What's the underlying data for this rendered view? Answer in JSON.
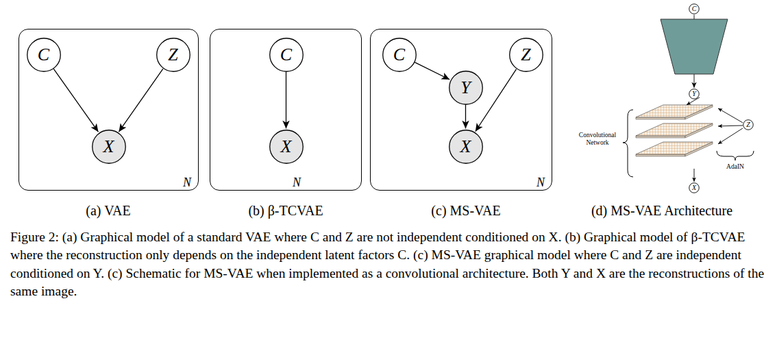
{
  "diagram": {
    "caption": "Figure 2: (a) Graphical model of a standard VAE where C and Z are not independent conditioned on X. (b) Graphical model of β-TCVAE where the reconstruction only depends on the independent latent factors C. (c) MS-VAE graphical model where C and Z are independent conditioned on Y. (c) Schematic for MS-VAE when implemented as a convolutional architecture. Both Y and X are the reconstructions of the same image.",
    "nodes": [
      {
        "text": [
          "N"
        ]
      },
      {
        "text": [
          "C"
        ],
        "in": 0
      },
      {
        "text": [
          "Z"
        ],
        "in": 0
      },
      {
        "text": [
          "X"
        ],
        "in": 0
      },
      {
        "text": [
          "N"
        ]
      },
      {
        "text": [
          "C"
        ],
        "in": 4
      },
      {
        "text": [
          "X"
        ],
        "in": 4
      },
      {
        "text": [
          "N"
        ]
      },
      {
        "text": [
          "C"
        ],
        "in": 7
      },
      {
        "text": [
          "Y"
        ],
        "in": 7
      },
      {
        "text": [
          "Z"
        ],
        "in": 7
      },
      {
        "text": [
          "X"
        ],
        "in": 7
      },
      {
        "text": [
          "C"
        ]
      },
      {
        "text": [
          "Y"
        ]
      },
      {
        "text": [
          "Z"
        ]
      },
      {
        "text": [
          "X"
        ]
      }
    ],
    "edges": [
      {
        "from": 1,
        "to": 3,
        "arrow": "to"
      },
      {
        "from": 2,
        "to": 3,
        "arrow": "to"
      },
      {
        "from": 5,
        "to": 6,
        "arrow": "to"
      },
      {
        "from": 8,
        "to": 9,
        "arrow": "to"
      },
      {
        "from": 9,
        "to": 11,
        "arrow": "to"
      },
      {
        "from": 10,
        "to": 11,
        "arrow": "to"
      },
      {
        "from": 12,
        "to": 13,
        "arrow": "to"
      }
    ],
    "labels": [
      "(a) VAE",
      "(b) β-TCVAE",
      "(c) MS-VAE",
      "Convolutional Network",
      "AdaIN",
      "(d) MS-VAE Architecture"
    ]
  }
}
